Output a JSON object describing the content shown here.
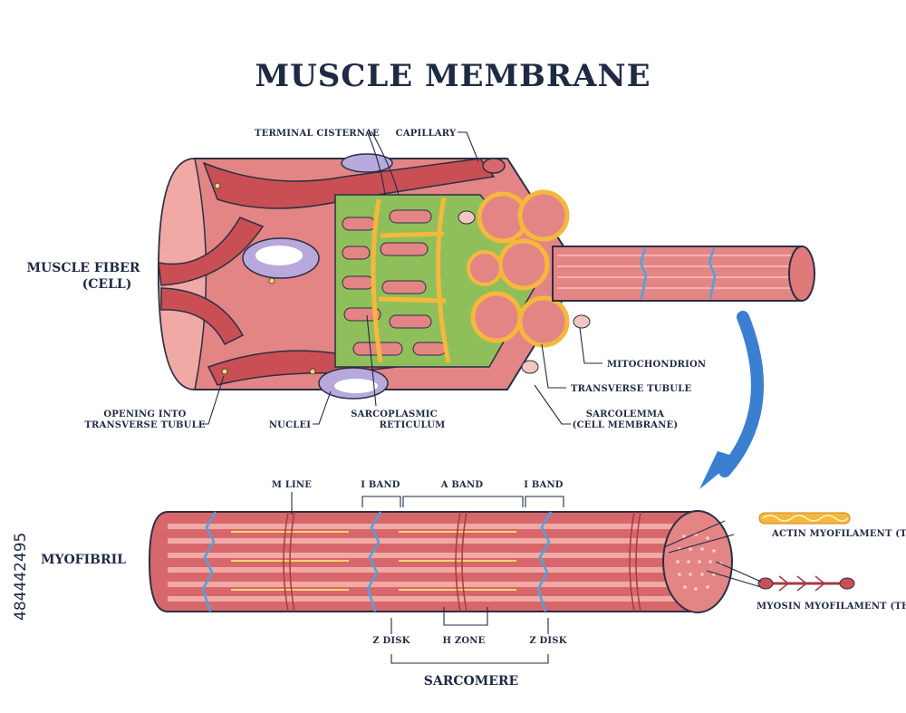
{
  "title": "MUSCLE MEMBRANE",
  "stock_id": "484442495",
  "colors": {
    "ink": "#1f2a44",
    "fiber": "#e07a7a",
    "fiber_dark": "#c4545a",
    "capillary": "#c94f55",
    "reticulum": "#8fbf5a",
    "tubule": "#f5b83c",
    "nucleus": "#b8a8dc",
    "arrow": "#3a7fd0",
    "zdisk": "#4da3df"
  },
  "section_labels": {
    "muscle_fiber_line1": "MUSCLE FIBER",
    "muscle_fiber_line2": "(CELL)",
    "myofibril": "MYOFIBRIL"
  },
  "labels": {
    "terminal_cisternae": "TERMINAL CISTERNAE",
    "capillary": "CAPILLARY",
    "mitochondrion": "MITOCHONDRION",
    "transverse_tubule": "TRANSVERSE TUBULE",
    "sarcolemma_line1": "SARCOLEMMA",
    "sarcolemma_line2": "(CELL MEMBRANE)",
    "sarcoplasmic_line1": "SARCOPLASMIC",
    "sarcoplasmic_line2": "RETICULUM",
    "nuclei": "NUCLEI",
    "opening_line1": "OPENING INTO",
    "opening_line2": "TRANSVERSE TUBULE",
    "m_line": "M LINE",
    "i_band_left": "I BAND",
    "a_band": "A BAND",
    "i_band_right": "I BAND",
    "actin": "ACTIN MYOFILAMENT (THIN)",
    "myosin": "MYOSIN MYOFILAMENT (THICK)",
    "z_disk_left": "Z DISK",
    "h_zone": "H ZONE",
    "z_disk_right": "Z DISK",
    "sarcomere": "SARCOMERE"
  }
}
